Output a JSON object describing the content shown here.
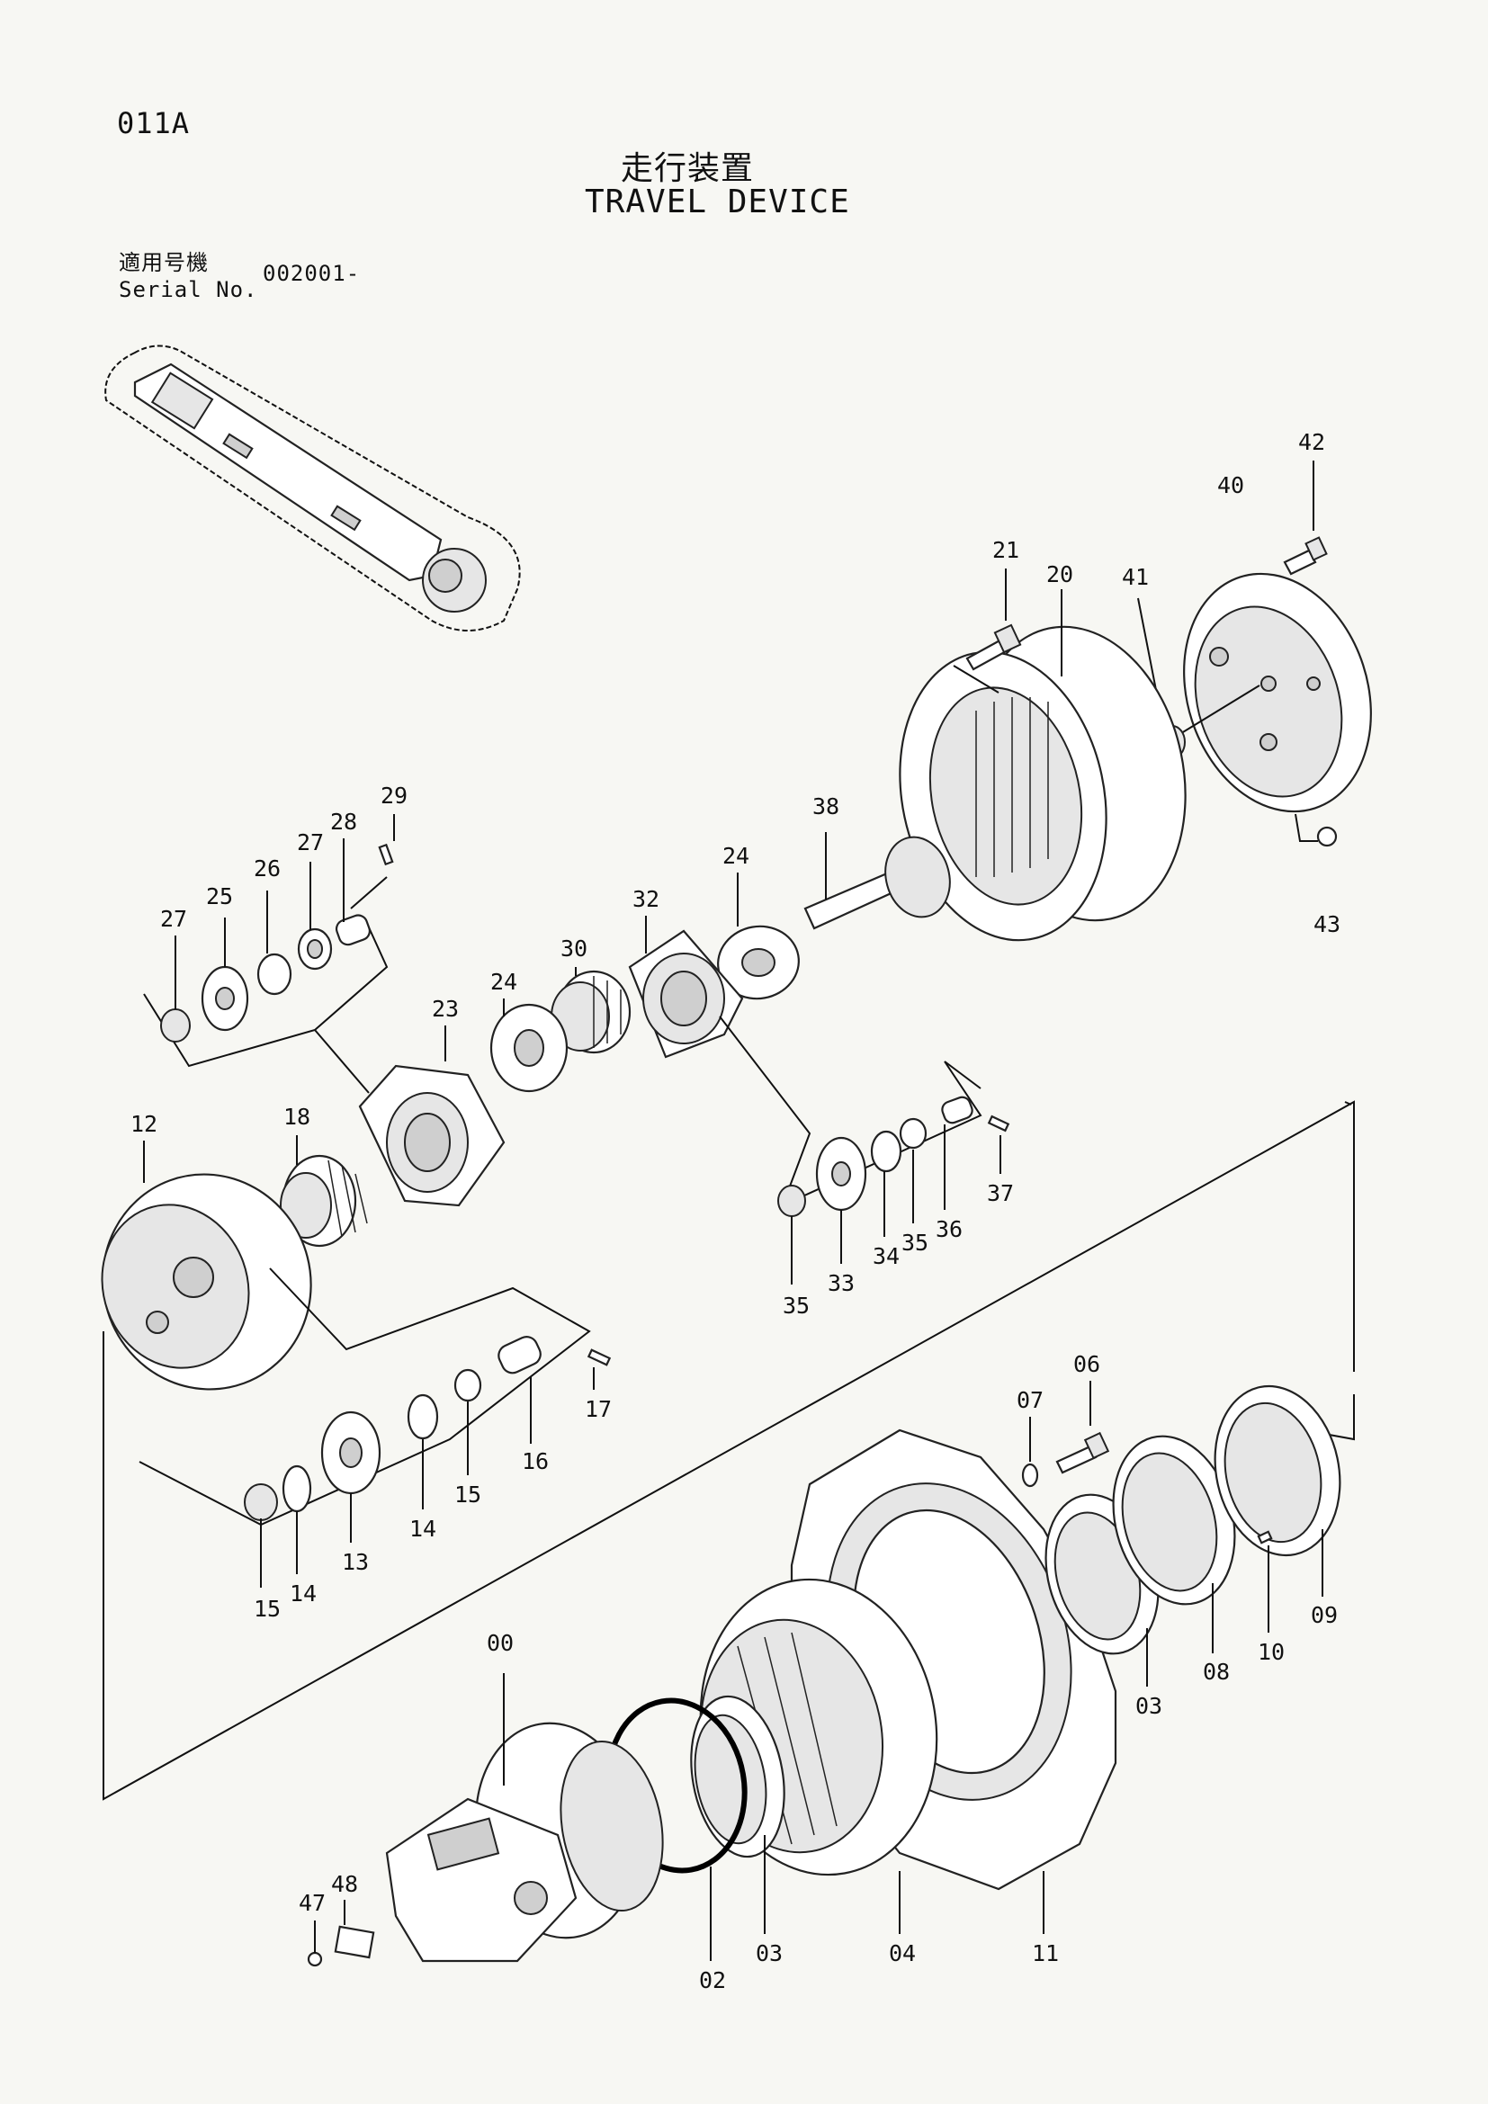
{
  "header": {
    "page_code": "011A",
    "title_ja": "走行装置",
    "title_en": "TRAVEL DEVICE",
    "serial_label_ja": "適用号機",
    "serial_label_en": "Serial No.",
    "serial_value": "002001-"
  },
  "callouts": {
    "p00": "00",
    "p02": "02",
    "p03a": "03",
    "p03b": "03",
    "p04": "04",
    "p06": "06",
    "p07": "07",
    "p08": "08",
    "p09": "09",
    "p10": "10",
    "p11": "11",
    "p12": "12",
    "p13": "13",
    "p14a": "14",
    "p14b": "14",
    "p15a": "15",
    "p15b": "15",
    "p16": "16",
    "p17": "17",
    "p18": "18",
    "p20": "20",
    "p21": "21",
    "p23": "23",
    "p24a": "24",
    "p24b": "24",
    "p25": "25",
    "p26": "26",
    "p27a": "27",
    "p27b": "27",
    "p28": "28",
    "p29": "29",
    "p30": "30",
    "p32": "32",
    "p33": "33",
    "p34": "34",
    "p35a": "35",
    "p35b": "35",
    "p36": "36",
    "p37": "37",
    "p38": "38",
    "p40": "40",
    "p41": "41",
    "p42": "42",
    "p43": "43",
    "p47": "47",
    "p48": "48"
  }
}
